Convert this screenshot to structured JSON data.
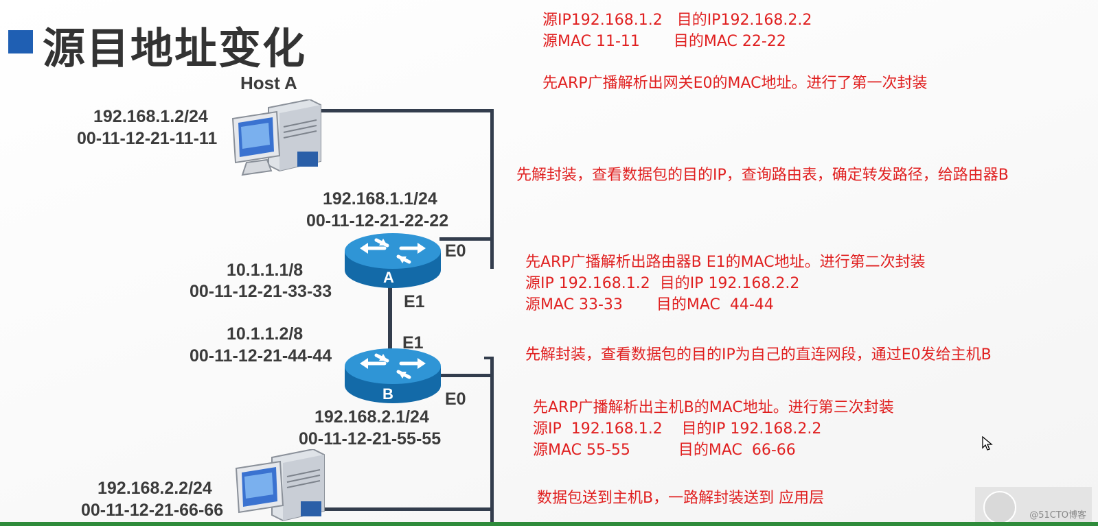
{
  "title": "源目地址变化",
  "host_a": {
    "name": "Host A",
    "ip": "192.168.1.2/24",
    "mac": "00-11-12-21-11-11"
  },
  "router_a": {
    "name": "A",
    "e0_ip": "192.168.1.1/24",
    "e0_mac": "00-11-12-21-22-22",
    "e0_label": "E0",
    "e1_ip": "10.1.1.1/8",
    "e1_mac": "00-11-12-21-33-33",
    "e1_label": "E1"
  },
  "router_b": {
    "name": "B",
    "e1_ip": "10.1.1.2/8",
    "e1_mac": "00-11-12-21-44-44",
    "e1_label": "E1",
    "e0_label": "E0",
    "e0_ip": "192.168.2.1/24",
    "e0_mac": "00-11-12-21-55-55"
  },
  "host_b": {
    "ip": "192.168.2.2/24",
    "mac": "00-11-12-21-66-66"
  },
  "notes": {
    "n1_line1": "源IP192.168.1.2   目的IP192.168.2.2",
    "n1_line2": "源MAC 11-11       目的MAC 22-22",
    "n2": "先ARP广播解析出网关E0的MAC地址。进行了第一次封装",
    "n3": "先解封装，查看数据包的目的IP，查询路由表，确定转发路径，给路由器B",
    "n4_line1": "先ARP广播解析出路由器B E1的MAC地址。进行第二次封装",
    "n4_line2": "源IP 192.168.1.2  目的IP 192.168.2.2",
    "n4_line3": "源MAC 33-33       目的MAC  44-44",
    "n5": "先解封装，查看数据包的目的IP为自己的直连网段，通过E0发给主机B",
    "n6_line1": "先ARP广播解析出主机B的MAC地址。进行第三次封装",
    "n6_line2": "源IP  192.168.1.2    目的IP 192.168.2.2",
    "n6_line3": "源MAC 55-55          目的MAC  66-66",
    "n7": "数据包送到主机B，一路解封装送到 应用层"
  },
  "watermark": "@51CTO博客",
  "colors": {
    "note_red": "#e02020",
    "title_square": "#1f5fb3",
    "router_blue": "#1c7fc0",
    "line": "#333d4d"
  }
}
